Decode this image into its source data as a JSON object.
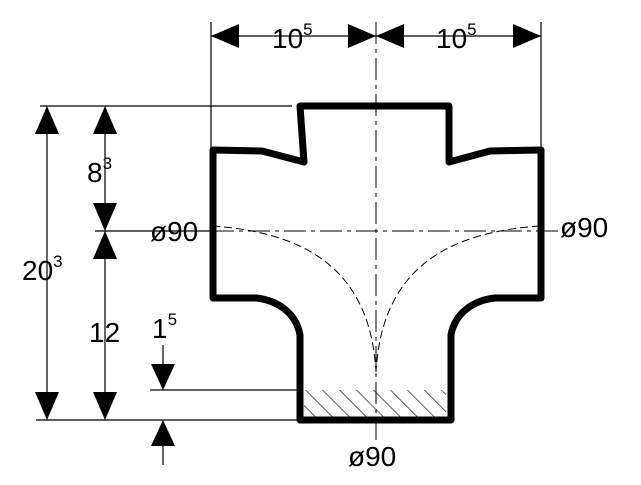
{
  "dimensions": {
    "width_left": {
      "base": "10",
      "sup": "5"
    },
    "width_right": {
      "base": "10",
      "sup": "5"
    },
    "total_height": {
      "base": "20",
      "sup": "3"
    },
    "top_height": {
      "base": "8",
      "sup": "3"
    },
    "lower_height": {
      "base": "12",
      "sup": ""
    },
    "socket_depth": {
      "base": "1",
      "sup": "5"
    },
    "diameter_left": "ø90",
    "diameter_right": "ø90",
    "diameter_bottom": "ø90"
  },
  "colors": {
    "line": "#000000",
    "background": "#ffffff"
  }
}
